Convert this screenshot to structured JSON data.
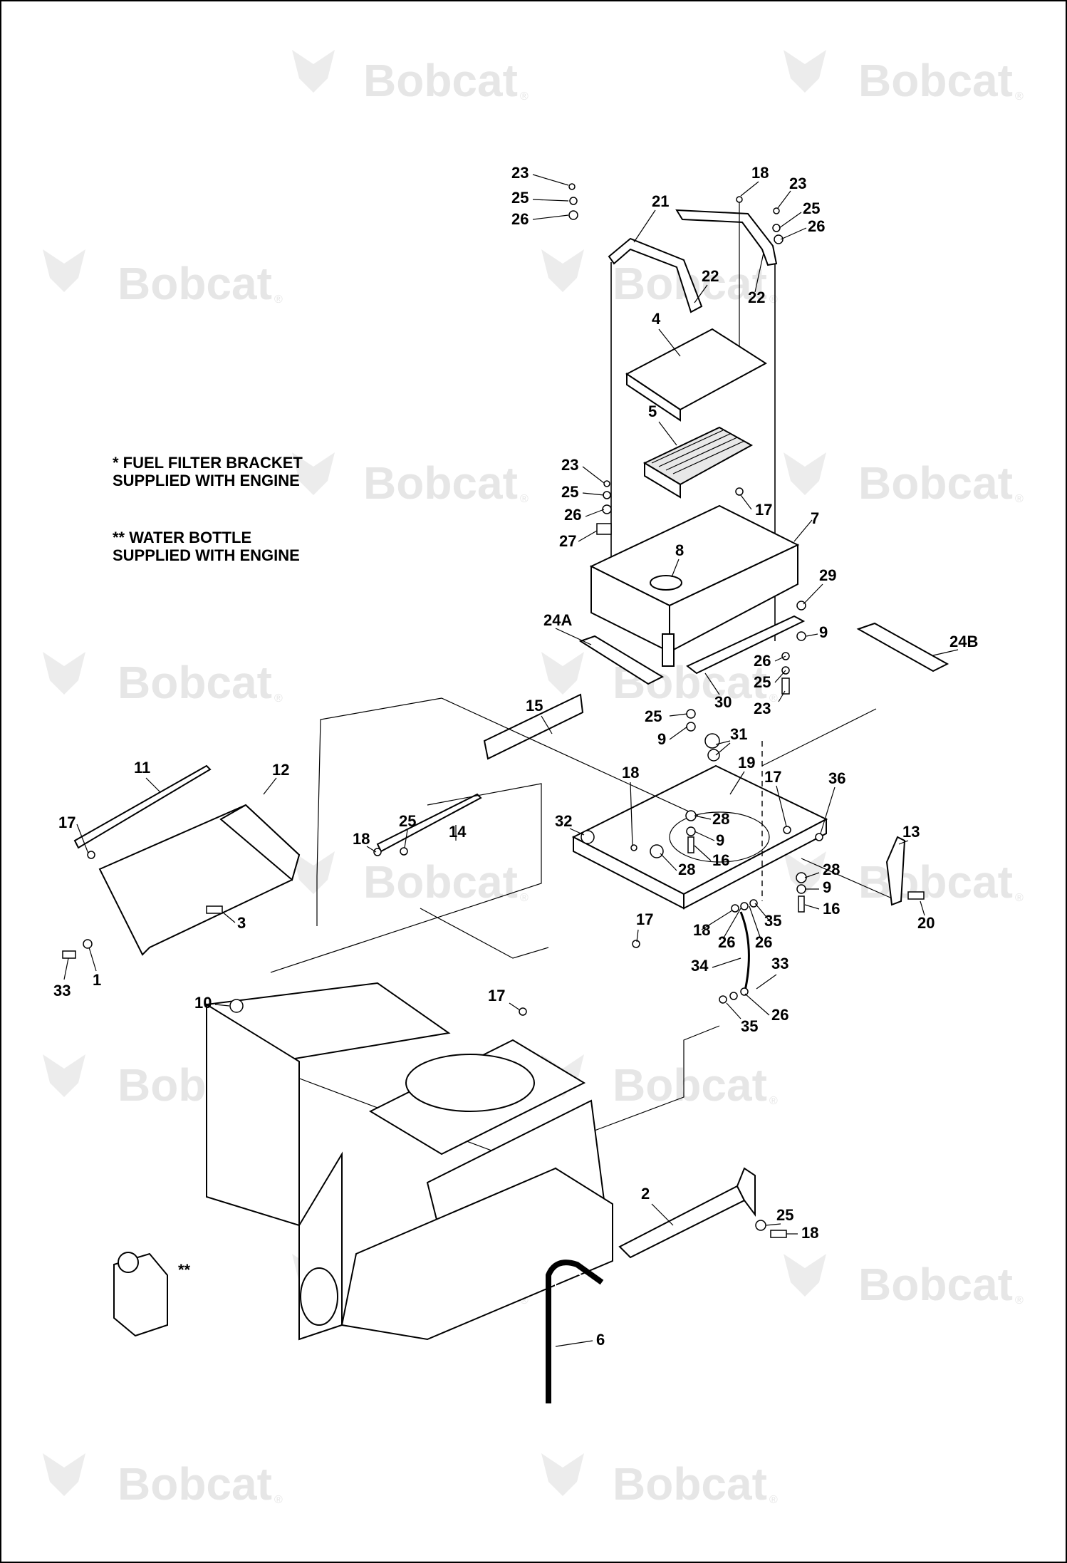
{
  "watermark": {
    "brand": "Bobcat",
    "reg": "®"
  },
  "notes": [
    {
      "line1": "* FUEL FILTER BRACKET",
      "line2": "SUPPLIED WITH ENGINE"
    },
    {
      "line1": "** WATER BOTTLE",
      "line2": "SUPPLIED WITH ENGINE"
    }
  ],
  "callouts": [
    "23",
    "25",
    "26",
    "21",
    "18",
    "23",
    "25",
    "26",
    "22",
    "22",
    "4",
    "5",
    "23",
    "25",
    "26",
    "27",
    "17",
    "7",
    "8",
    "29",
    "24A",
    "9",
    "26",
    "25",
    "24B",
    "30",
    "23",
    "15",
    "25",
    "9",
    "31",
    "11",
    "12",
    "18",
    "19",
    "17",
    "36",
    "17",
    "32",
    "28",
    "9",
    "16",
    "18",
    "25",
    "14",
    "28",
    "13",
    "28",
    "9",
    "16",
    "3",
    "18",
    "26",
    "26",
    "35",
    "20",
    "33",
    "1",
    "17",
    "34",
    "33",
    "10",
    "17",
    "35",
    "26",
    "2",
    "25",
    "18",
    "**",
    "6"
  ]
}
